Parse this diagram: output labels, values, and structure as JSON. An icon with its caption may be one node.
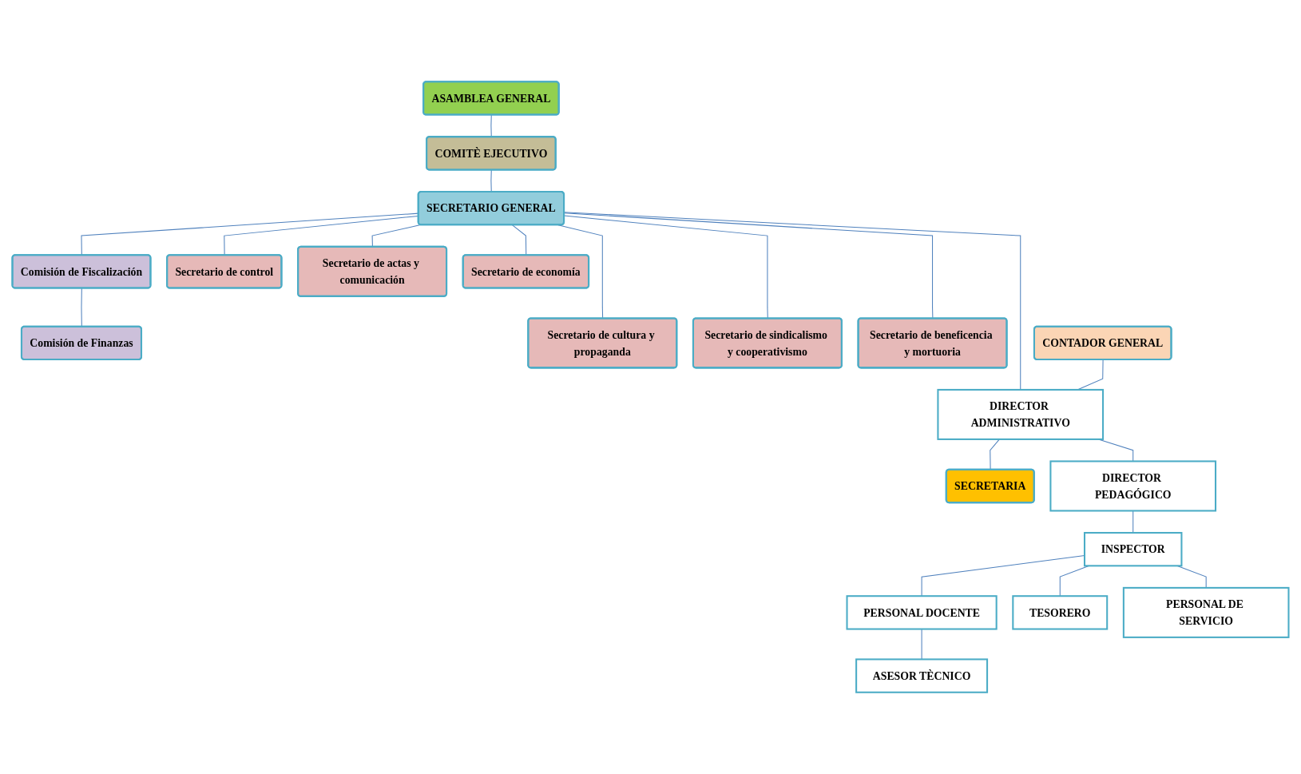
{
  "diagram": {
    "nodes": [
      {
        "text": [
          "ASAMBLEA GENERAL"
        ]
      },
      {
        "text": [
          "COMITÈ EJECUTIVO"
        ]
      },
      {
        "text": [
          "SECRETARIO GENERAL"
        ]
      },
      {
        "text": [
          "Comisión de Fiscalización"
        ]
      },
      {
        "text": [
          "Secretario de control"
        ]
      },
      {
        "text": [
          "Secretario de actas y comunicación"
        ]
      },
      {
        "text": [
          "Secretario de economía"
        ]
      },
      {
        "text": [
          "Comisión de Finanzas"
        ]
      },
      {
        "text": [
          "Secretario de cultura y propaganda"
        ]
      },
      {
        "text": [
          "Secretario de sindicalismo y cooperativismo"
        ]
      },
      {
        "text": [
          "Secretario de beneficencia y mortuoria"
        ]
      },
      {
        "text": [
          "CONTADOR GENERAL"
        ]
      },
      {
        "text": [
          "DIRECTOR ADMINISTRATIVO"
        ]
      },
      {
        "text": [
          "SECRETARIA"
        ]
      },
      {
        "text": [
          "DIRECTOR PEDAGÓGICO"
        ]
      },
      {
        "text": [
          "INSPECTOR"
        ]
      },
      {
        "text": [
          "PERSONAL DOCENTE"
        ]
      },
      {
        "text": [
          "TESORERO"
        ]
      },
      {
        "text": [
          "PERSONAL DE SERVICIO"
        ]
      },
      {
        "text": [
          "ASESOR TÈCNICO"
        ]
      }
    ],
    "edges": [
      {
        "from": 0,
        "to": 1,
        "arrow": "none"
      },
      {
        "from": 1,
        "to": 2,
        "arrow": "none"
      },
      {
        "from": 2,
        "to": 3,
        "arrow": "none"
      },
      {
        "from": 2,
        "to": 4,
        "arrow": "none"
      },
      {
        "from": 2,
        "to": 5,
        "arrow": "none"
      },
      {
        "from": 2,
        "to": 6,
        "arrow": "none"
      },
      {
        "from": 3,
        "to": 7,
        "arrow": "none"
      },
      {
        "from": 2,
        "to": 8,
        "arrow": "none"
      },
      {
        "from": 2,
        "to": 9,
        "arrow": "none"
      },
      {
        "from": 2,
        "to": 10,
        "arrow": "none"
      },
      {
        "from": 2,
        "to": 12,
        "arrow": "none"
      },
      {
        "from": 11,
        "to": 12,
        "arrow": "none"
      },
      {
        "from": 12,
        "to": 13,
        "arrow": "none"
      },
      {
        "from": 12,
        "to": 14,
        "arrow": "none"
      },
      {
        "from": 14,
        "to": 15,
        "arrow": "none"
      },
      {
        "from": 15,
        "to": 16,
        "arrow": "none"
      },
      {
        "from": 15,
        "to": 17,
        "arrow": "none"
      },
      {
        "from": 15,
        "to": 18,
        "arrow": "none"
      },
      {
        "from": 16,
        "to": 19,
        "arrow": "none"
      }
    ]
  }
}
